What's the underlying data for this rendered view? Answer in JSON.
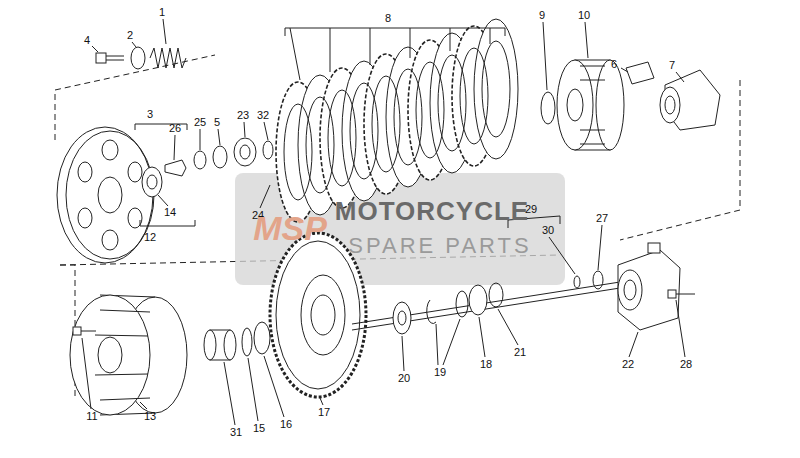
{
  "diagram": {
    "labels": [
      "1",
      "2",
      "4",
      "8",
      "9",
      "10",
      "6",
      "7",
      "3",
      "26",
      "25",
      "5",
      "23",
      "32",
      "24",
      "14",
      "12",
      "29",
      "30",
      "27",
      "22",
      "28",
      "11",
      "13",
      "31",
      "15",
      "16",
      "17",
      "20",
      "19",
      "18",
      "21",
      "MSP",
      "MOTORCYCLE",
      "SPARE PARTS"
    ]
  }
}
